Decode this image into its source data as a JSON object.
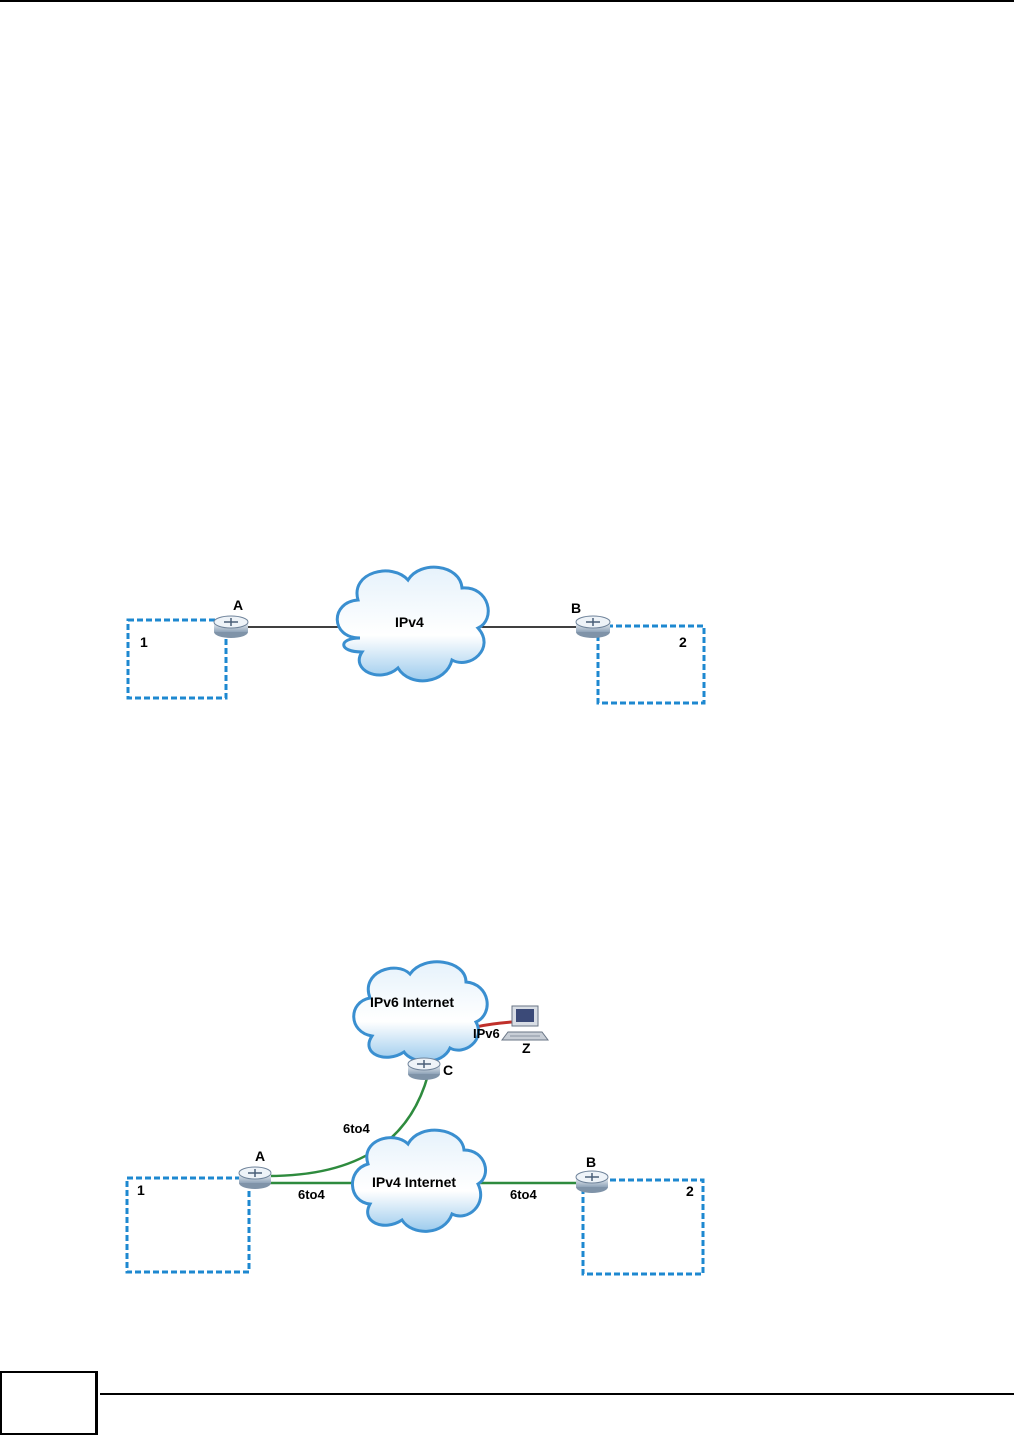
{
  "diagram1": {
    "router_a_label": "A",
    "router_b_label": "B",
    "network_1_label": "1",
    "network_2_label": "2",
    "cloud_label": "IPv4"
  },
  "diagram2": {
    "router_a_label": "A",
    "router_b_label": "B",
    "router_c_label": "C",
    "network_1_label": "1",
    "network_2_label": "2",
    "ipv6_cloud_label": "IPv6 Internet",
    "ipv4_cloud_label": "IPv4 Internet",
    "computer_label": "Z",
    "link_ipv6_label": "IPv6",
    "link_a_c_label": "6to4",
    "link_a_ipv4_label": "6to4",
    "link_ipv4_b_label": "6to4"
  },
  "colors": {
    "network_border": "#1e88d0",
    "cloud_fill": "#ffffff",
    "cloud_edge": "#3a8fd0",
    "tunnel_link": "#2e8b3e",
    "ipv6_link": "#c0302a",
    "plain_link": "#000000"
  },
  "icons": {
    "router": "router-icon",
    "computer": "computer-icon",
    "cloud": "cloud-icon"
  }
}
